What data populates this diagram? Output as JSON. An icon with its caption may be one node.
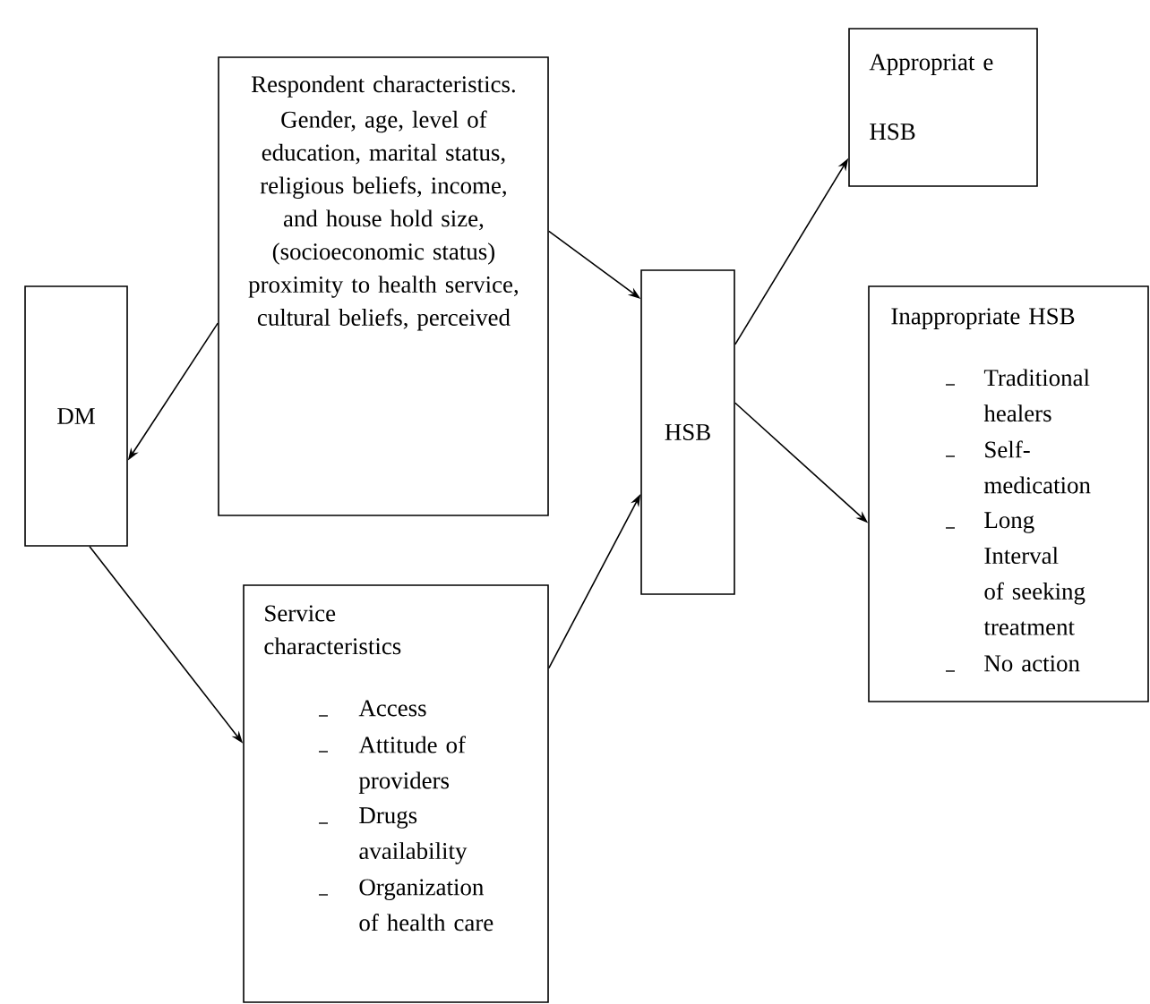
{
  "diagram": {
    "nodes": [
      {
        "text": [
          "DM"
        ]
      },
      {
        "text": [
          "Respondent characteristics.",
          "Gender, age, level of education, marital status, religious beliefs, income, and house hold size, (socioeconomic status) proximity to health service, cultural beliefs, perceived"
        ]
      },
      {
        "text": [
          "Service characteristics",
          "Access",
          "Attitude of providers",
          "Drugs availability",
          "Organization of health care"
        ]
      },
      {
        "text": [
          "HSB"
        ]
      },
      {
        "text": [
          "Appropriat e HSB"
        ]
      },
      {
        "text": [
          "Inappropriate HSB",
          "Traditional healers",
          "Self-medication",
          "Long Interval of seeking treatment",
          "No action"
        ]
      }
    ],
    "edges": [
      {
        "from": 1,
        "to": 0,
        "arrow": "to"
      },
      {
        "from": 0,
        "to": 2,
        "arrow": "to"
      },
      {
        "from": 1,
        "to": 3,
        "arrow": "to"
      },
      {
        "from": 2,
        "to": 3,
        "arrow": "to"
      },
      {
        "from": 3,
        "to": 4,
        "arrow": "to"
      },
      {
        "from": 3,
        "to": 5,
        "arrow": "to"
      }
    ]
  }
}
